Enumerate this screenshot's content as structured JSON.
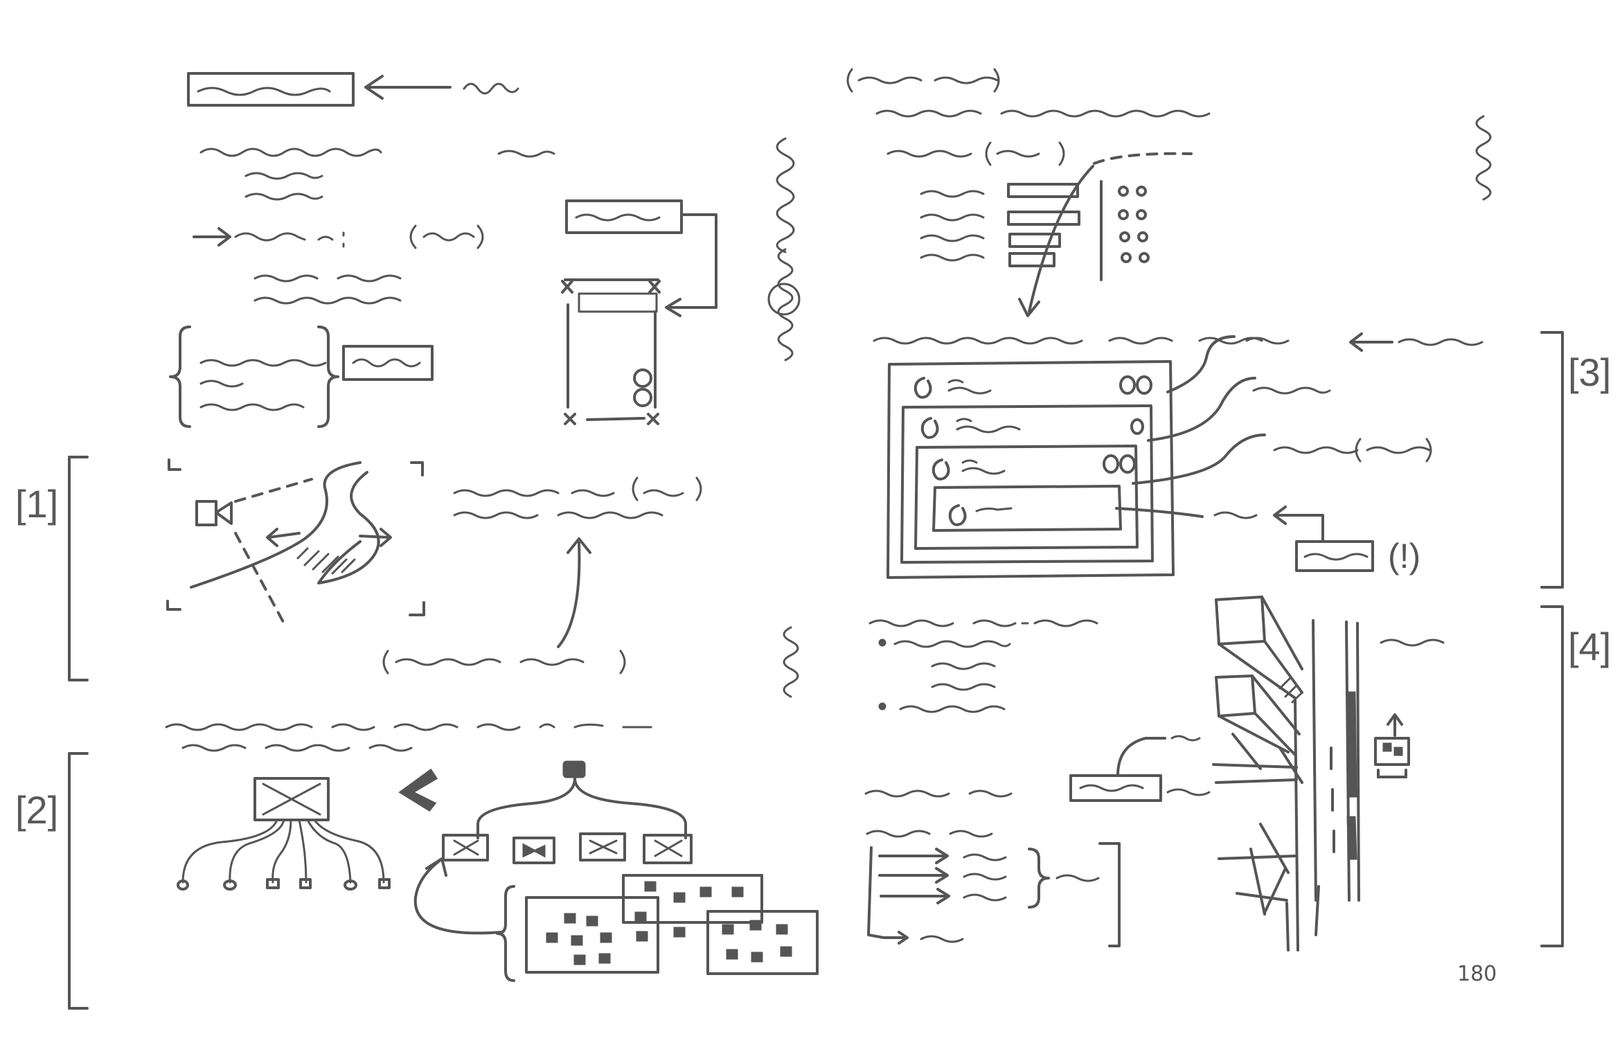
{
  "section_labels": {
    "s1": "[1]",
    "s2": "[2]",
    "s3": "[3]",
    "s4": "[4]"
  },
  "annotations": {
    "warning": "(!)"
  },
  "page_number": "180",
  "ink_color": "#555555"
}
